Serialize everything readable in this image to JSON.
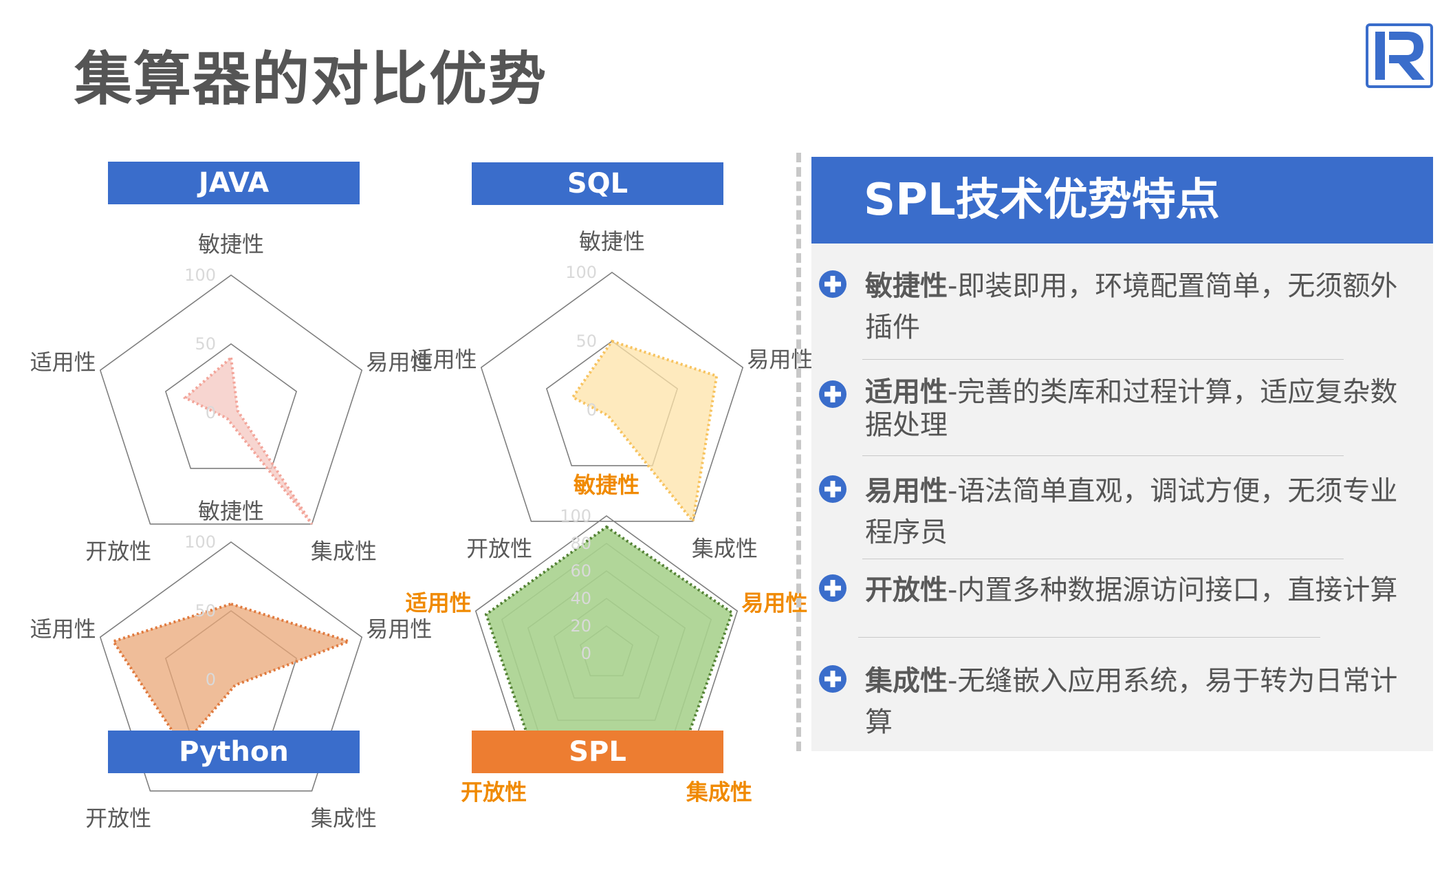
{
  "page": {
    "title": "集算器的对比优势"
  },
  "panel": {
    "header": "SPL技术优势特点",
    "features": [
      {
        "name": "敏捷性",
        "desc": "-即装即用，环境配置简单，无须额外插件"
      },
      {
        "name": "适用性",
        "desc": "-完善的类库和过程计算，适应复杂数据处理"
      },
      {
        "name": "易用性",
        "desc": "-语法简单直观，调试方便，无须专业程序员"
      },
      {
        "name": "开放性",
        "desc": "-内置多种数据源访问接口，直接计算"
      },
      {
        "name": "集成性",
        "desc": "-无缝嵌入应用系统，易于转为日常计算"
      }
    ]
  },
  "colors": {
    "blue": "#3a6dcb",
    "orange_label": "#ed7d31",
    "java_fill": "#f4c7c0",
    "java_stroke": "#f3a59a",
    "sql_fill": "#fde3a8",
    "sql_stroke": "#f7c35f",
    "python_fill": "#eaa777",
    "python_stroke": "#e07a3e",
    "spl_fill": "#a9d18e",
    "spl_stroke": "#548235",
    "spl_axis_text": "#f08a00",
    "grid": "#7f7f7f",
    "axis_text": "#595959",
    "tick_text": "#d9d9d9"
  },
  "chart_data": [
    {
      "type": "radar",
      "title": "JAVA",
      "axes": [
        "敏捷性",
        "易用性",
        "集成性",
        "开放性",
        "适用性"
      ],
      "ticks": [
        0,
        50,
        100
      ],
      "range": [
        0,
        100
      ],
      "series": [
        {
          "values": [
            40,
            5,
            100,
            5,
            35
          ]
        }
      ]
    },
    {
      "type": "radar",
      "title": "SQL",
      "axes": [
        "敏捷性",
        "易用性",
        "集成性",
        "开放性",
        "适用性"
      ],
      "ticks": [
        0,
        50,
        100
      ],
      "range": [
        0,
        100
      ],
      "series": [
        {
          "values": [
            50,
            80,
            100,
            5,
            30
          ]
        }
      ]
    },
    {
      "type": "radar",
      "title": "Python",
      "axes": [
        "敏捷性",
        "易用性",
        "集成性",
        "开放性",
        "适用性"
      ],
      "ticks": [
        0,
        50,
        100
      ],
      "range": [
        0,
        100
      ],
      "series": [
        {
          "values": [
            55,
            90,
            5,
            60,
            90
          ]
        }
      ]
    },
    {
      "type": "radar",
      "title": "SPL",
      "axes": [
        "敏捷性",
        "易用性",
        "集成性",
        "开放性",
        "适用性"
      ],
      "ticks": [
        0,
        20,
        40,
        60,
        80,
        100
      ],
      "range": [
        0,
        100
      ],
      "series": [
        {
          "values": [
            92,
            96,
            92,
            90,
            92
          ]
        }
      ]
    }
  ]
}
